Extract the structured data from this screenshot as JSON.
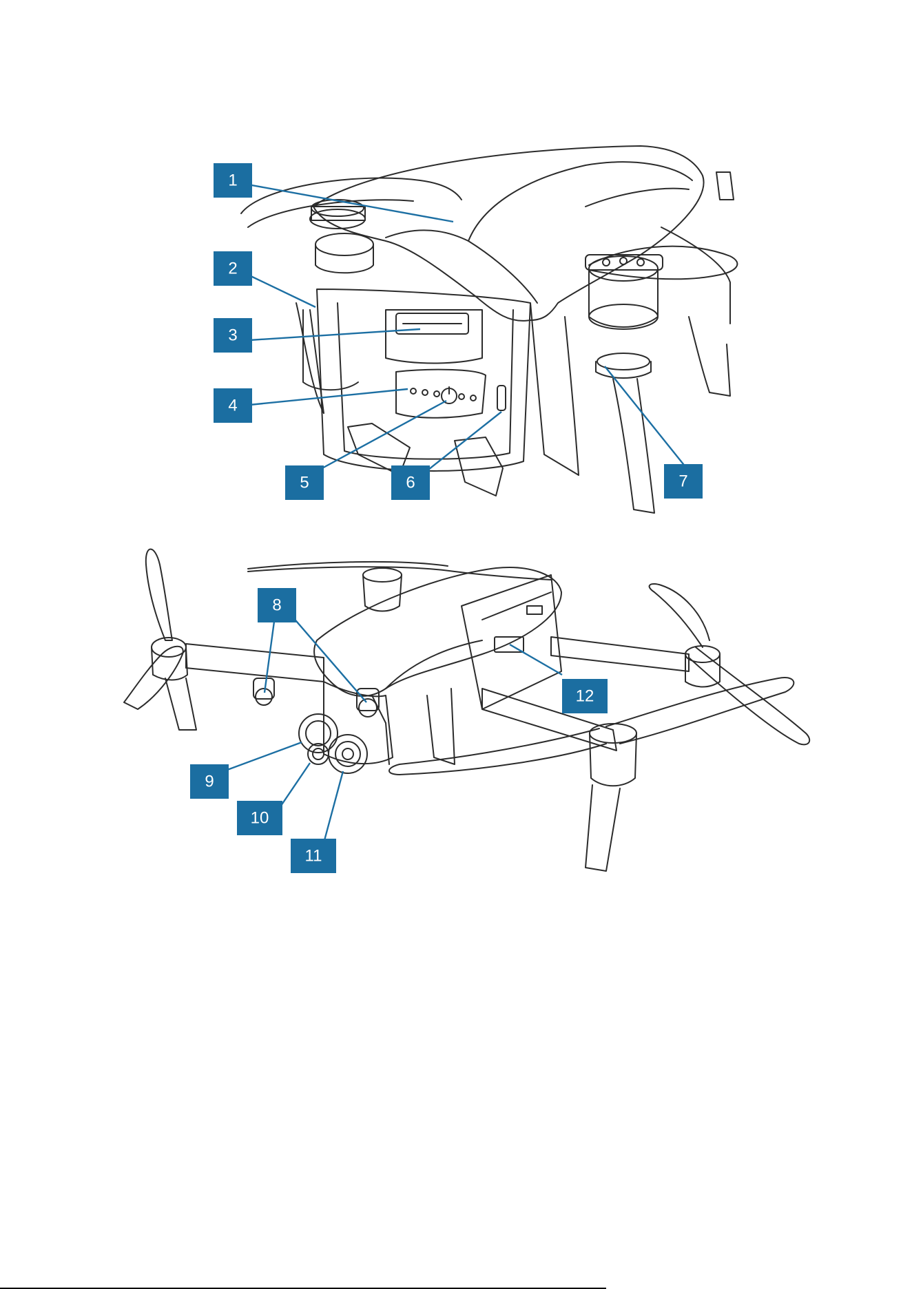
{
  "accent_color": "#1b6ea1",
  "callouts": [
    {
      "id": "1",
      "label": "1"
    },
    {
      "id": "2",
      "label": "2"
    },
    {
      "id": "3",
      "label": "3"
    },
    {
      "id": "4",
      "label": "4"
    },
    {
      "id": "5",
      "label": "5"
    },
    {
      "id": "6",
      "label": "6"
    },
    {
      "id": "7",
      "label": "7"
    },
    {
      "id": "8",
      "label": "8"
    },
    {
      "id": "9",
      "label": "9"
    },
    {
      "id": "10",
      "label": "10"
    },
    {
      "id": "11",
      "label": "11"
    },
    {
      "id": "12",
      "label": "12"
    }
  ]
}
